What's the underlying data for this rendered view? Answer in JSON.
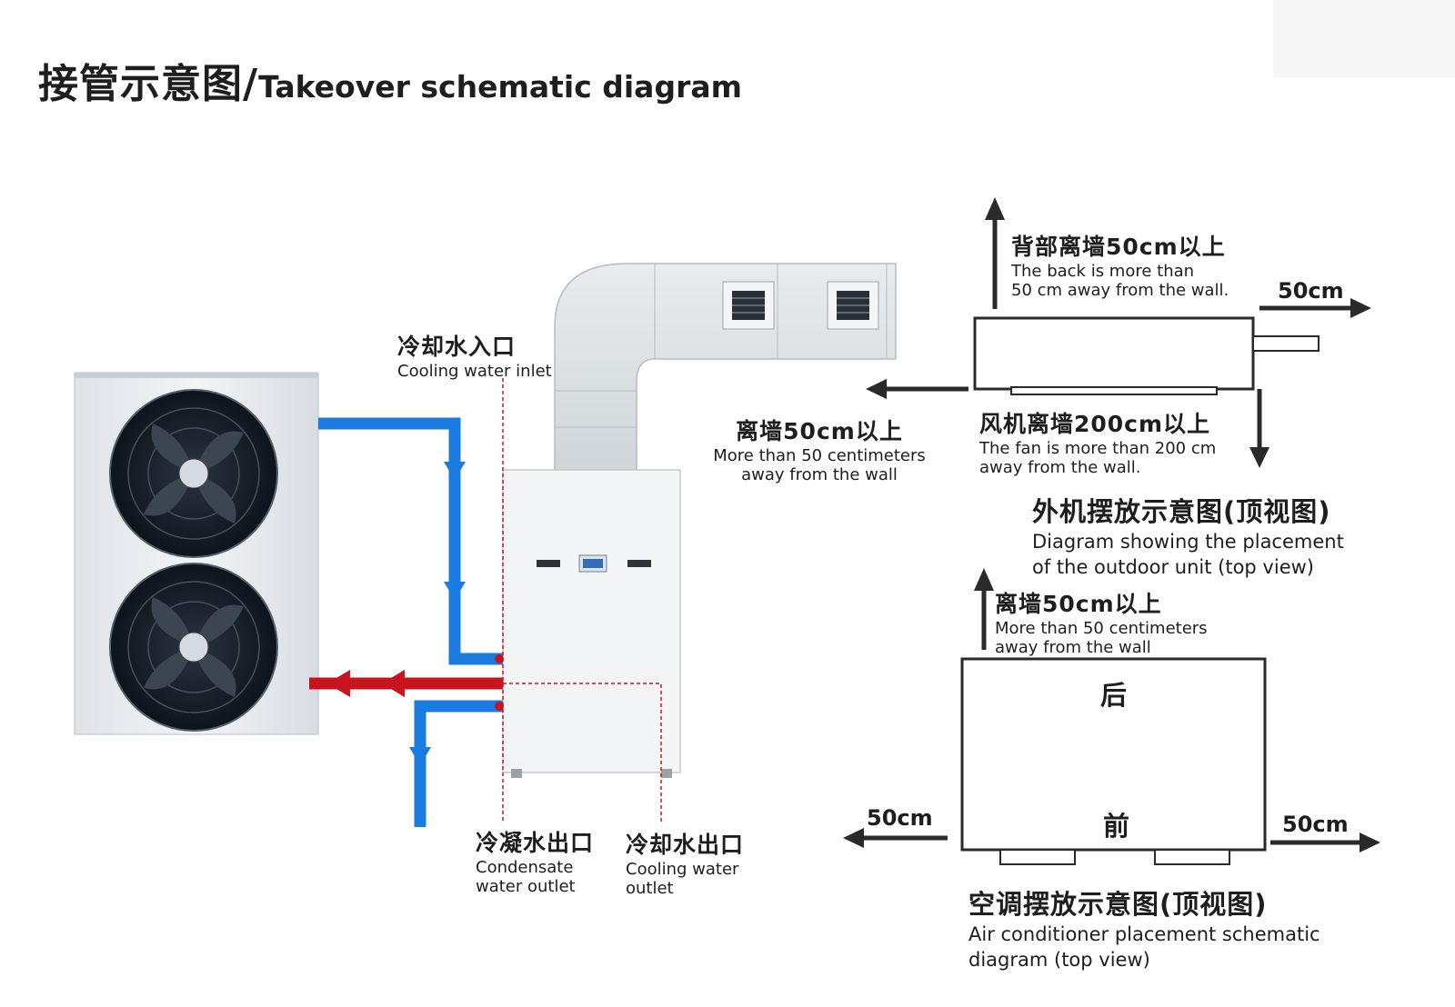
{
  "title": {
    "cn": "接管示意图/",
    "en": "Takeover schematic diagram"
  },
  "pipes": {
    "inlet": {
      "cn": "冷却水入口",
      "en": "Cooling water inlet"
    },
    "condensate": {
      "cn": "冷凝水出口",
      "en_line1": "Condensate",
      "en_line2": "water outlet"
    },
    "outlet": {
      "cn": "冷却水出口",
      "en_line1": "Cooling water",
      "en_line2": "outlet"
    },
    "colors": {
      "cold": "#1a7be0",
      "hot": "#c8141e"
    }
  },
  "outdoor_unit": {
    "back": {
      "cn": "背部离墙50cm以上",
      "en_line1": "The back is more than",
      "en_line2": "50 cm away from the wall."
    },
    "side_right": "50cm",
    "side_left": {
      "cn": "离墙50cm以上",
      "en_line1": "More than 50 centimeters",
      "en_line2": "away from the wall"
    },
    "fan": {
      "cn": "风机离墙200cm以上",
      "en_line1": "The fan is more than 200 cm",
      "en_line2": "away from the wall."
    },
    "caption": {
      "cn": "外机摆放示意图(顶视图)",
      "en_line1": "Diagram showing the placement",
      "en_line2": "of the outdoor unit (top view)"
    }
  },
  "ac_unit": {
    "back": {
      "cn": "离墙50cm以上",
      "en_line1": "More than 50 centimeters",
      "en_line2": "away from the wall"
    },
    "rear_label": "后",
    "front_label": "前",
    "left": "50cm",
    "right": "50cm",
    "caption": {
      "cn": "空调摆放示意图(顶视图)",
      "en_line1": "Air conditioner placement schematic",
      "en_line2": "diagram (top view)"
    }
  }
}
